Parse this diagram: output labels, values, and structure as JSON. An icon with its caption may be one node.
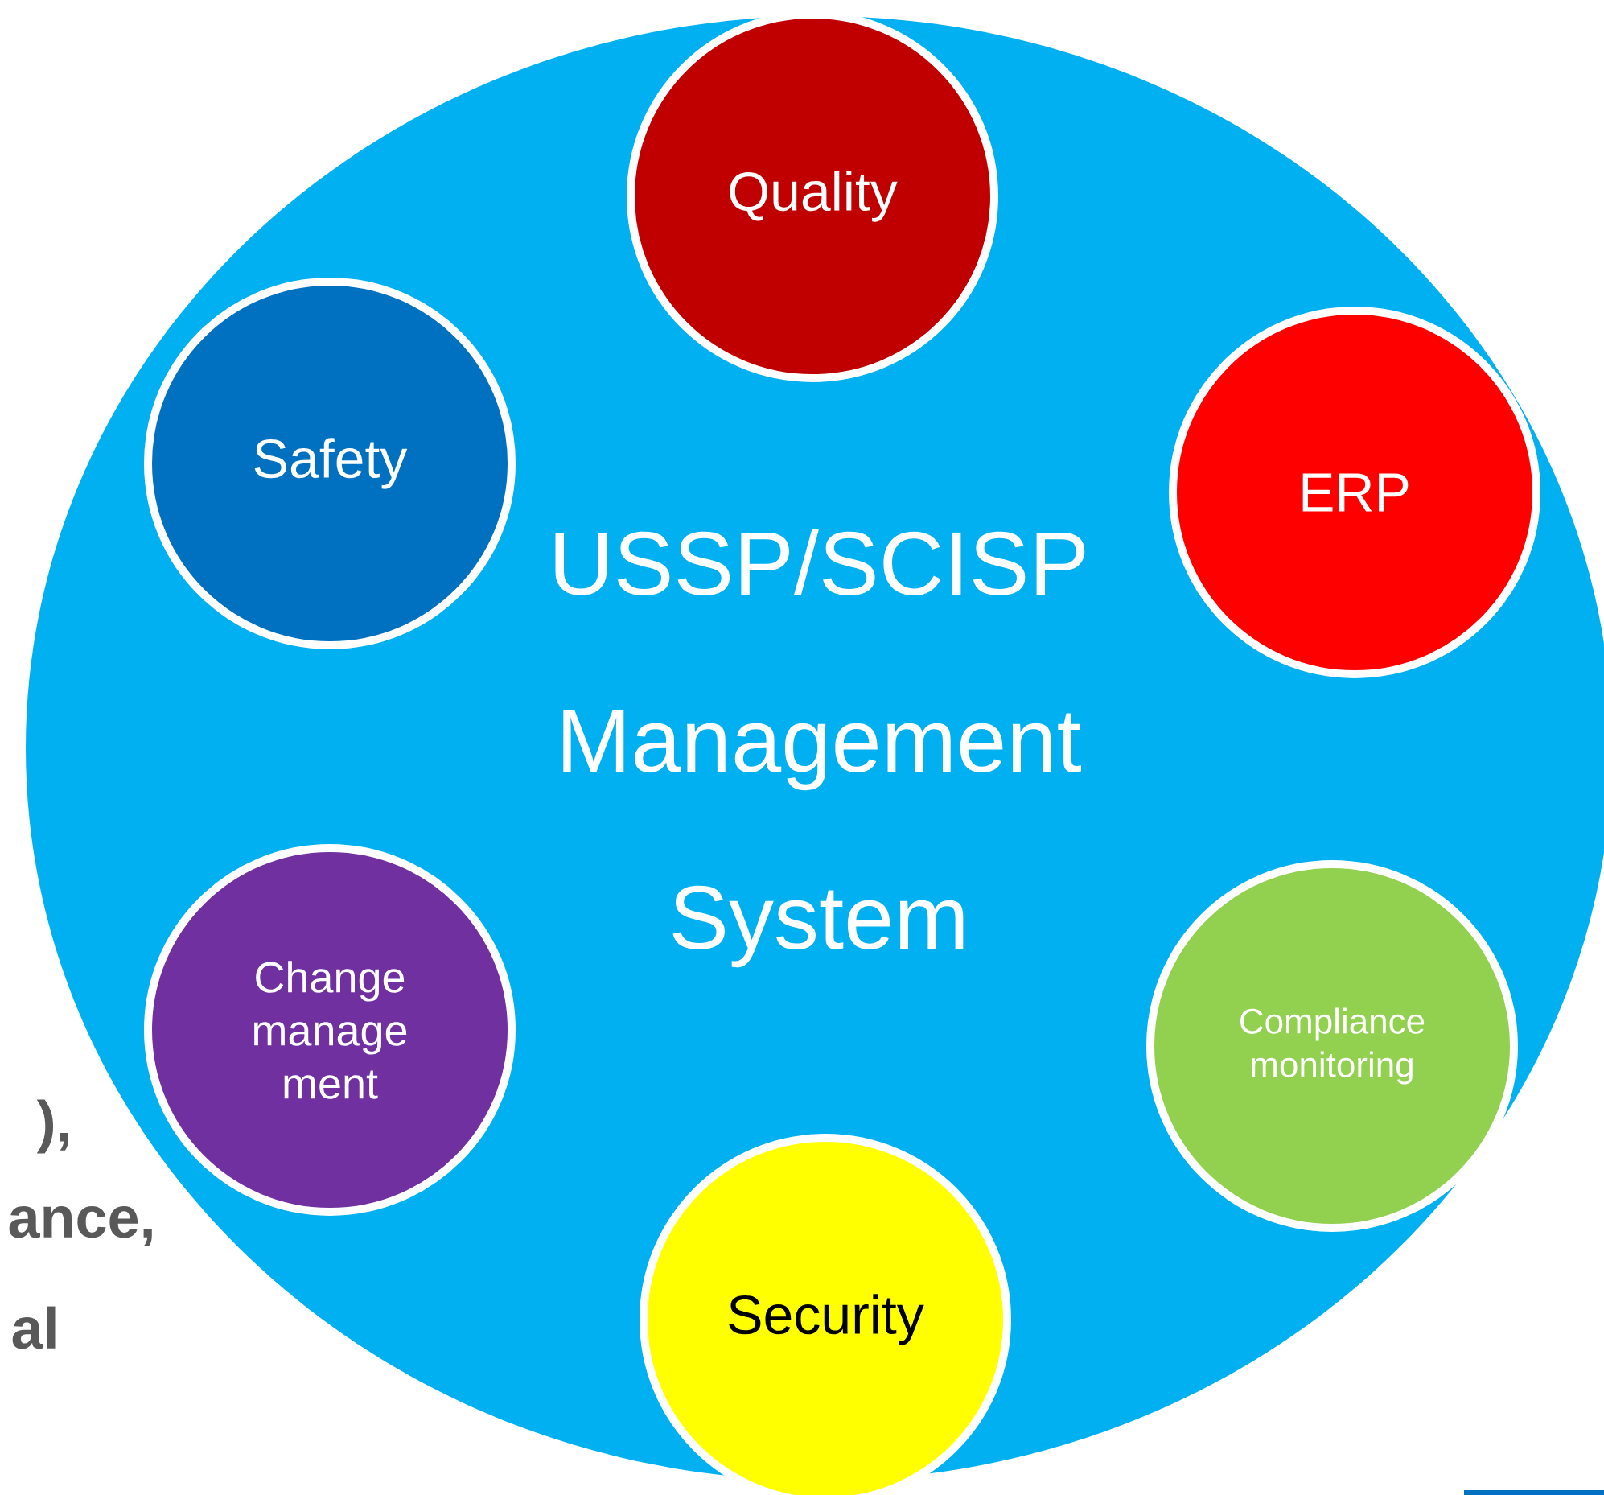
{
  "diagram": {
    "nodes": [
      {
        "text": [
          "USSP/SCISP Management System"
        ]
      },
      {
        "text": [
          "Quality"
        ],
        "in": 0
      },
      {
        "text": [
          "Safety"
        ],
        "in": 0
      },
      {
        "text": [
          "ERP"
        ],
        "in": 0
      },
      {
        "text": [
          "Change manage ment"
        ],
        "in": 0
      },
      {
        "text": [
          "Compliance monitoring"
        ],
        "in": 0
      },
      {
        "text": [
          "Security"
        ],
        "in": 0
      }
    ],
    "labels": [
      "),",
      "ance,",
      "al"
    ]
  }
}
